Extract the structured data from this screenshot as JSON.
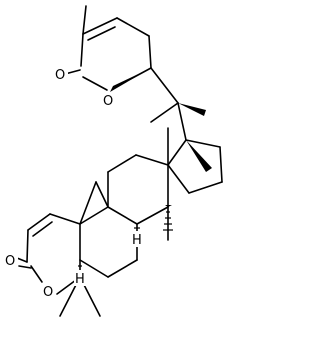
{
  "atom_labels": {
    "lactone_top_carbonyl_O": "O",
    "lactone_top_ring_O": "O",
    "lactone_bottom_carbonyl_O": "O",
    "lactone_bottom_ring_O": "O",
    "H_C9": "H",
    "H_C5": "H"
  }
}
